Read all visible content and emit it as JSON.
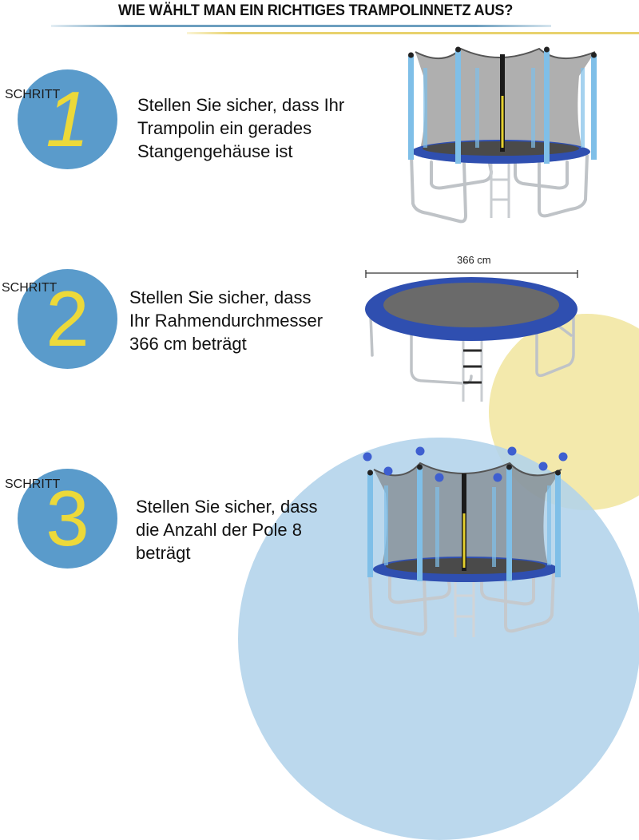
{
  "header": {
    "title": "WIE WÄHLT MAN EIN RICHTIGES TRAMPOLINNETZ AUS?"
  },
  "colors": {
    "badge_blue": "#5a9bcb",
    "badge_number_yellow": "#ecd93a",
    "bg_circle_blue": "#b2d3ea",
    "bg_circle_yellow": "#f3e9ac",
    "trampoline_pad_blue": "#2f4fb0",
    "pole_blue": "#7fbfe8"
  },
  "steps": [
    {
      "label": "SCHRITT",
      "number": "1",
      "lines": [
        "Stellen Sie sicher, dass Ihr",
        "Trampolin ein gerades",
        "Stangengehäuse ist"
      ],
      "image": "trampoline-with-net-straight-poles"
    },
    {
      "label": "SCHRITT",
      "number": "2",
      "lines": [
        "Stellen Sie sicher, dass",
        "Ihr Rahmendurchmesser",
        "366 cm beträgt"
      ],
      "image": "trampoline-frame-diameter",
      "dimension_label": "366 cm"
    },
    {
      "label": "SCHRITT",
      "number": "3",
      "lines": [
        "Stellen Sie sicher, dass",
        "die Anzahl der Pole 8",
        "beträgt"
      ],
      "image": "trampoline-with-8-poles-highlighted"
    }
  ]
}
